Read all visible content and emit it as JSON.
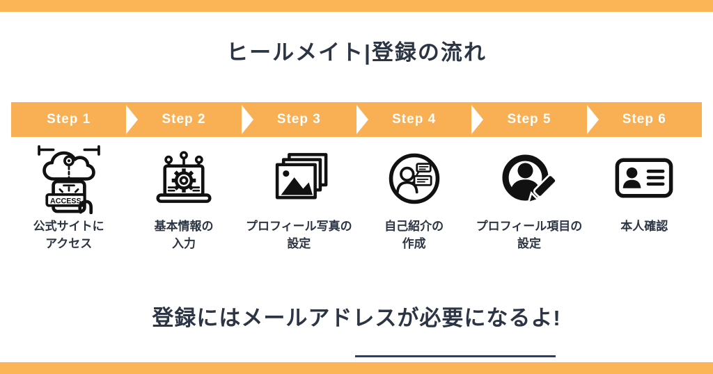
{
  "page": {
    "title": "ヒールメイト|登録の流れ",
    "colors": {
      "accent_orange": "#FBB557",
      "band_orange": "#F9B055",
      "navy_text": "#2C3543",
      "underline_navy": "#2F3E64",
      "icon_black": "#111111"
    }
  },
  "stepper": {
    "steps": [
      {
        "label": "Step 1",
        "icon": "cloud-access-icon",
        "icon_text": "ACCESS",
        "caption_line1": "公式サイトに",
        "caption_line2": "アクセス"
      },
      {
        "label": "Step 2",
        "icon": "laptop-gear-icon",
        "caption_line1": "基本情報の",
        "caption_line2": "入力"
      },
      {
        "label": "Step 3",
        "icon": "photo-stack-icon",
        "caption_line1": "プロフィール写真の",
        "caption_line2": "設定"
      },
      {
        "label": "Step 4",
        "icon": "person-chat-icon",
        "caption_line1": "自己紹介の",
        "caption_line2": "作成"
      },
      {
        "label": "Step 5",
        "icon": "person-pencil-icon",
        "caption_line1": "プロフィール項目の",
        "caption_line2": "設定"
      },
      {
        "label": "Step 6",
        "icon": "id-card-icon",
        "caption_line1": "本人確認",
        "caption_line2": ""
      }
    ]
  },
  "footer": {
    "message": "登録にはメールアドレスが必要になるよ!"
  }
}
